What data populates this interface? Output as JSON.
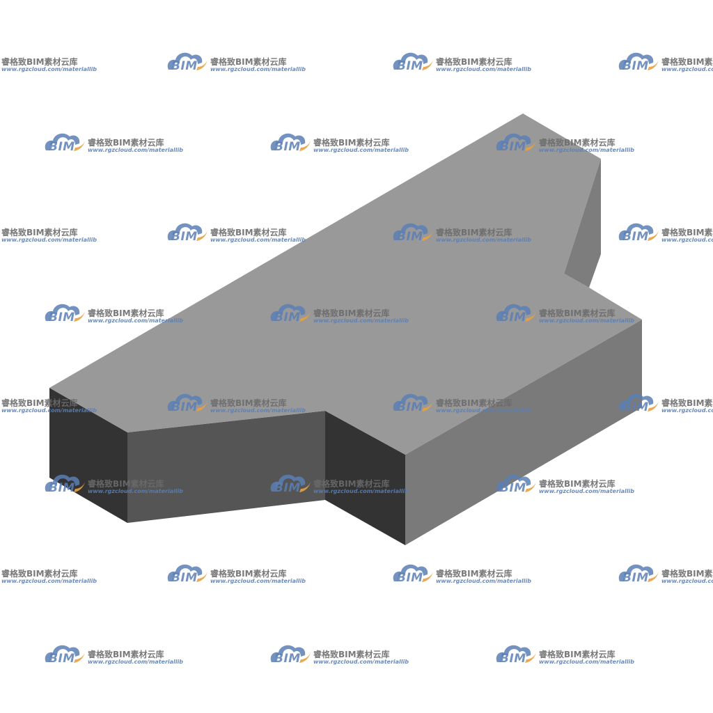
{
  "shape": {
    "colors": {
      "top_face": "#999999",
      "front_left_face": "#333333",
      "front_middle_face": "#555555",
      "front_notch_face": "#333333",
      "right_face": "#7a7a7a",
      "back_right_face": "#7d7d7d"
    }
  },
  "watermark": {
    "logo_text": "BIM",
    "title": "睿格致BIM素材云库",
    "url": "www.rgzcloud.com/materiallib",
    "colors": {
      "cloud_blue": "#5b7fb5",
      "cloud_orange": "#e8a040",
      "text": "#6b6b6b",
      "url_text": "#5b7fb5"
    }
  }
}
